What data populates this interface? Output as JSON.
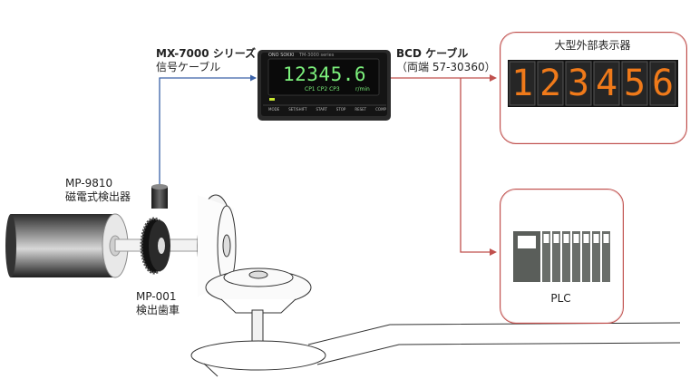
{
  "signal_cable": {
    "line1": "MX-7000 シリーズ",
    "line2": "信号ケーブル"
  },
  "bcd_cable": {
    "line1": "BCD ケーブル",
    "line2": "（両端 57-30360）"
  },
  "sensor": {
    "model": "MP-9810",
    "name": "磁電式検出器"
  },
  "gear": {
    "model": "MP-001",
    "name": "検出歯車"
  },
  "meter": {
    "brand": "ONO SOKKI",
    "model_tag": "TM-3000 series",
    "reading": "12345.6",
    "unit": "r/min",
    "indicators": [
      "CP1",
      "CP2",
      "CP3"
    ],
    "keys": [
      "MODE",
      "SET/SHIFT",
      "START",
      "STOP",
      "RESET",
      "COMP"
    ]
  },
  "external_display": {
    "title": "大型外部表示器",
    "digits": [
      "1",
      "2",
      "3",
      "4",
      "5",
      "6"
    ]
  },
  "plc": {
    "label": "PLC"
  },
  "colors": {
    "signal_line": "#3a62a8",
    "bcd_line": "#c0504d",
    "display_digit": "#f07a1a",
    "led_green": "#7cf07c"
  }
}
